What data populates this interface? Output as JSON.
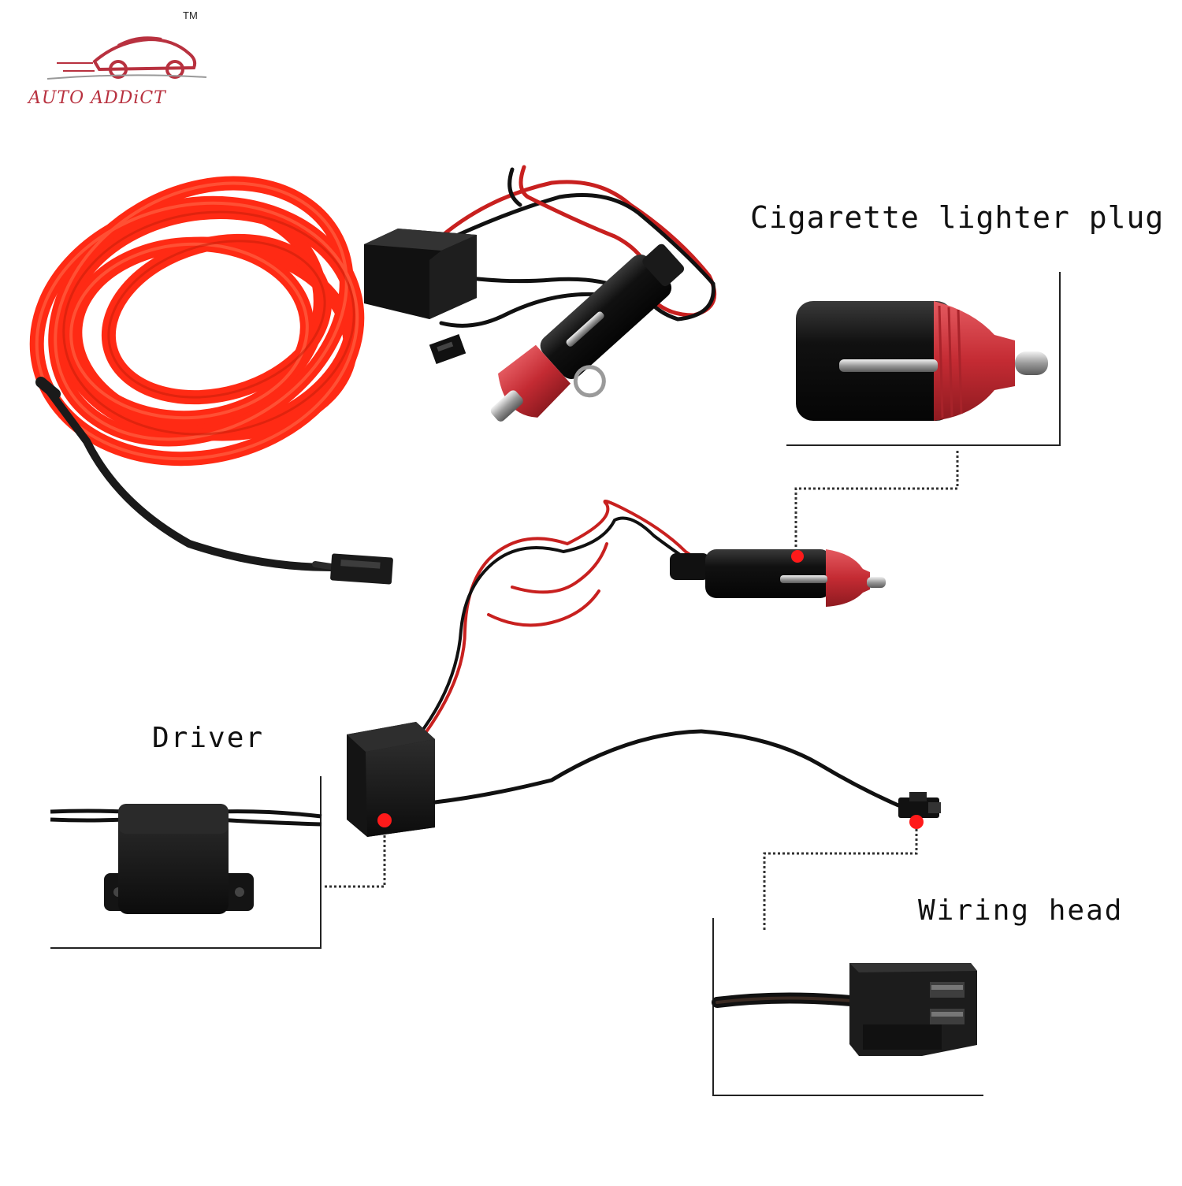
{
  "brand": {
    "name": "AUTO ADDiCT",
    "trademark": "TM"
  },
  "labels": {
    "cigarette_plug": "Cigarette lighter plug",
    "driver": "Driver",
    "wiring_head": "Wiring head"
  },
  "colors": {
    "wire_red": "#ff2a14",
    "cable_red": "#c8201f",
    "plug_red": "#d3343c",
    "black": "#1a1a1a",
    "marker": "#ff1a1a"
  }
}
